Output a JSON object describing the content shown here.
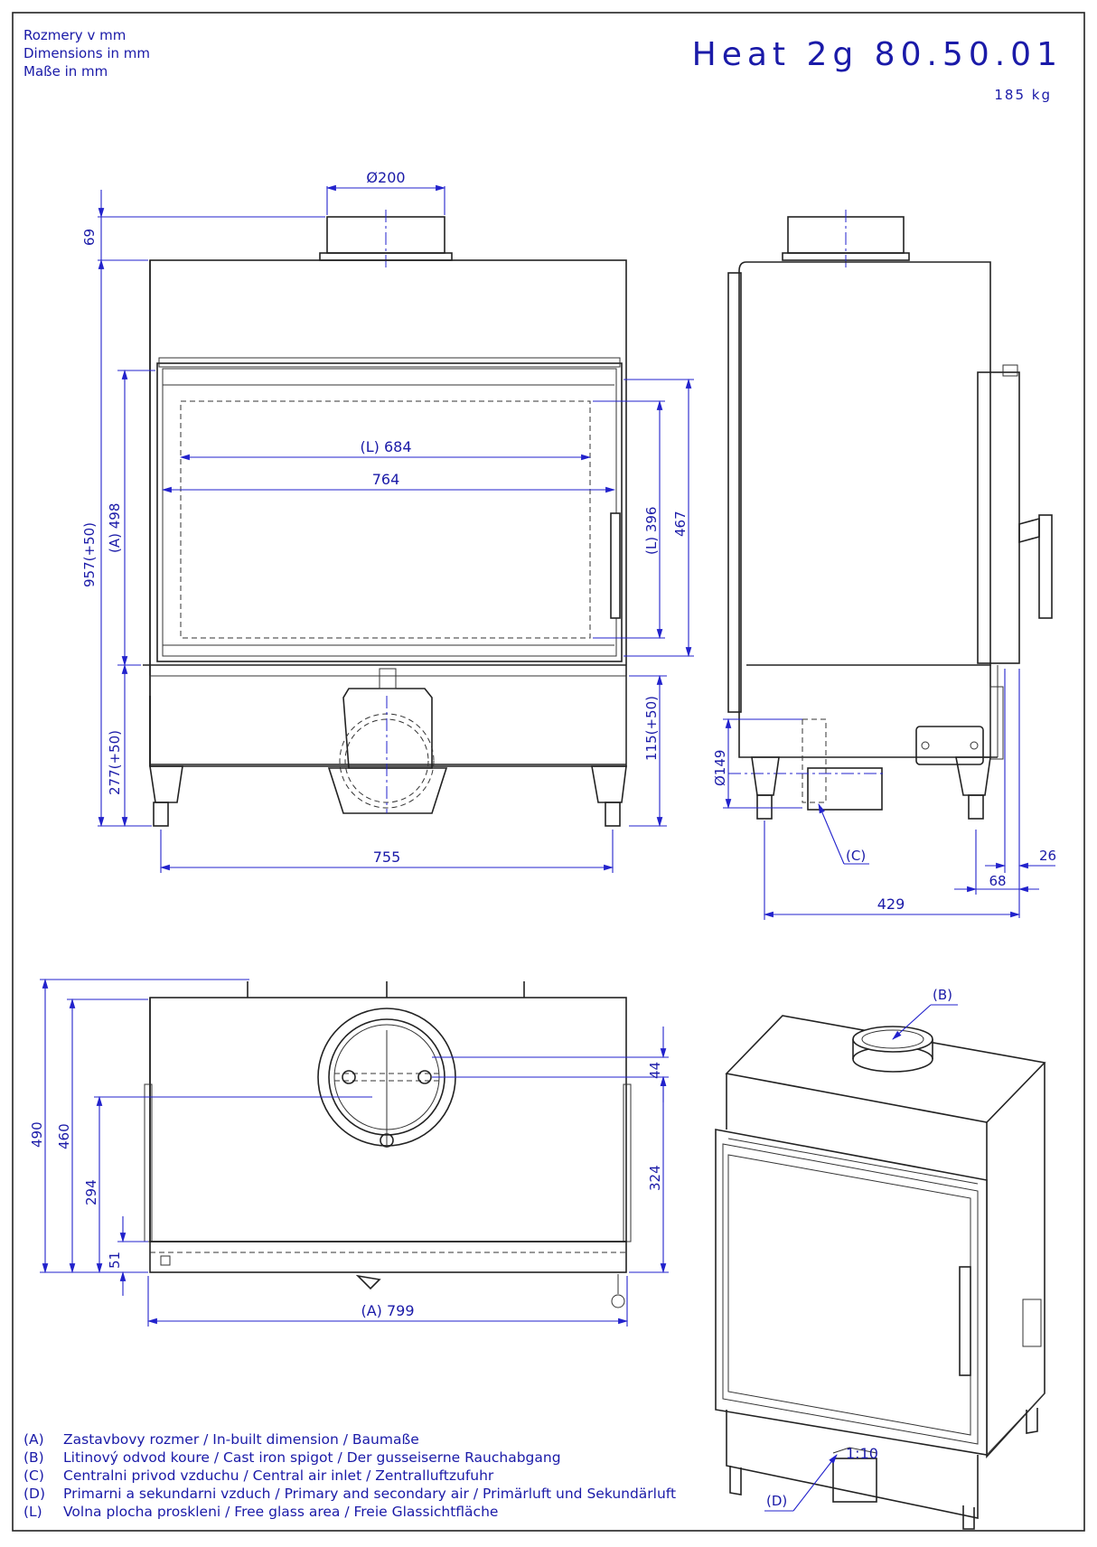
{
  "header": {
    "units_lines": [
      "Rozmery v mm",
      "Dimensions in mm",
      "Maße in mm"
    ],
    "title": "Heat 2g 80.50.01",
    "weight": "185 kg"
  },
  "dimensions": {
    "flue_diameter": "Ø200",
    "flue_height": "69",
    "total_height": "957(+50)",
    "builtin_height": "(A) 498",
    "base_height": "277(+50)",
    "glass_width": "(L) 684",
    "door_width": "764",
    "glass_height": "(L) 396",
    "door_height": "467",
    "air_inlet_height": "115(+50)",
    "leg_span": "755",
    "air_inlet_diameter": "Ø149",
    "side_offset_26": "26",
    "side_offset_68": "68",
    "depth": "429",
    "total_depth": "490",
    "depth_460": "460",
    "flue_center_294": "294",
    "front_51": "51",
    "flue_offset_44": "44",
    "flue_center_324": "324",
    "builtin_width": "(A) 799"
  },
  "callouts": {
    "c": "(C)",
    "b": "(B)",
    "d": "(D)"
  },
  "scale": "1:10",
  "legend": [
    {
      "key": "(A)",
      "text": "Zastavbovy rozmer / In-built dimension / Baumaße"
    },
    {
      "key": "(B)",
      "text": "Litinový odvod koure / Cast iron spigot / Der gusseiserne Rauchabgang"
    },
    {
      "key": "(C)",
      "text": "Centralni privod vzduchu / Central air inlet / Zentralluftzufuhr"
    },
    {
      "key": "(D)",
      "text": "Primarni a sekundarni vzduch / Primary and secondary air / Primärluft und Sekundärluft"
    },
    {
      "key": "(L)",
      "text": "Volna plocha proskleni / Free glass area / Freie Glassichtfläche"
    }
  ]
}
